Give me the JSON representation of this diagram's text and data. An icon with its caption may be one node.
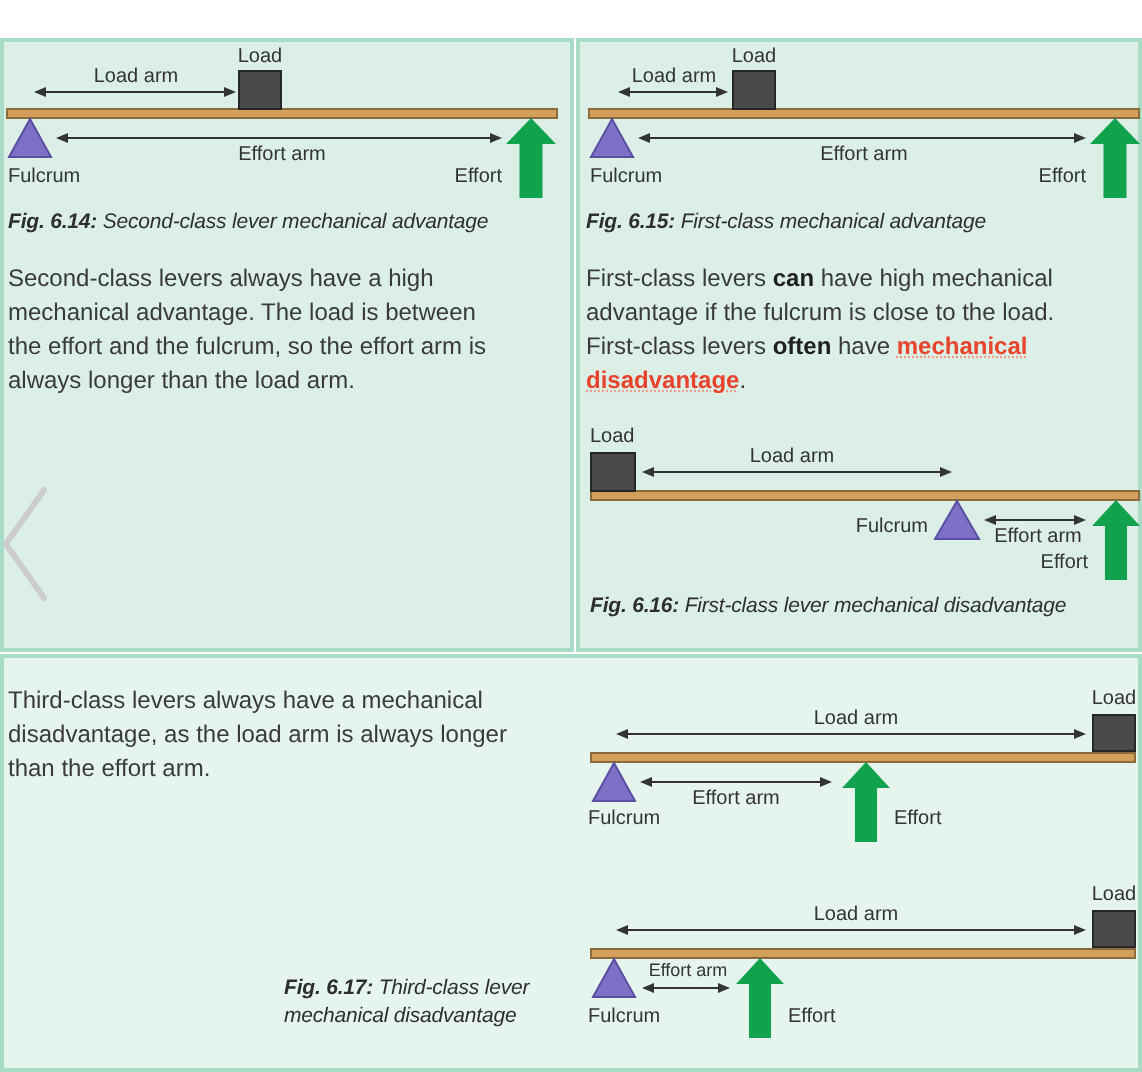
{
  "diagram": {
    "nodes": [
      {
        "text": [
          "**Fig. 6.14:** Second-class lever mechanical advantage",
          "Second-class levers always have a high mechanical advantage. The load is between the effort and the fulcrum, so the effort arm is always longer than the load arm."
        ]
      },
      {
        "text": [
          "**Fig. 6.15:** First-class mechanical advantage",
          "First-class levers **can** have high mechanical advantage if the fulcrum is close to the load. First-class levers **often** have **mechanical disadvantage**.",
          "**Fig. 6.16:** First-class lever mechanical disadvantage"
        ]
      },
      {
        "text": [
          "Third-class levers always have a mechanical disadvantage, as the load arm is always longer than the effort arm.",
          "**Fig. 6.17:** Third-class lever mechanical disadvantage"
        ]
      }
    ],
    "labels": [
      "Load",
      "Load arm",
      "Effort arm",
      "Fulcrum",
      "Effort",
      "Load",
      "Load arm",
      "Effort arm",
      "Fulcrum",
      "Effort",
      "Load",
      "Load arm",
      "Fulcrum",
      "Effort arm",
      "Effort",
      "Load",
      "Load arm",
      "Effort arm",
      "Fulcrum",
      "Effort",
      "Load",
      "Load arm",
      "Effort arm",
      "Fulcrum",
      "Effort"
    ]
  }
}
